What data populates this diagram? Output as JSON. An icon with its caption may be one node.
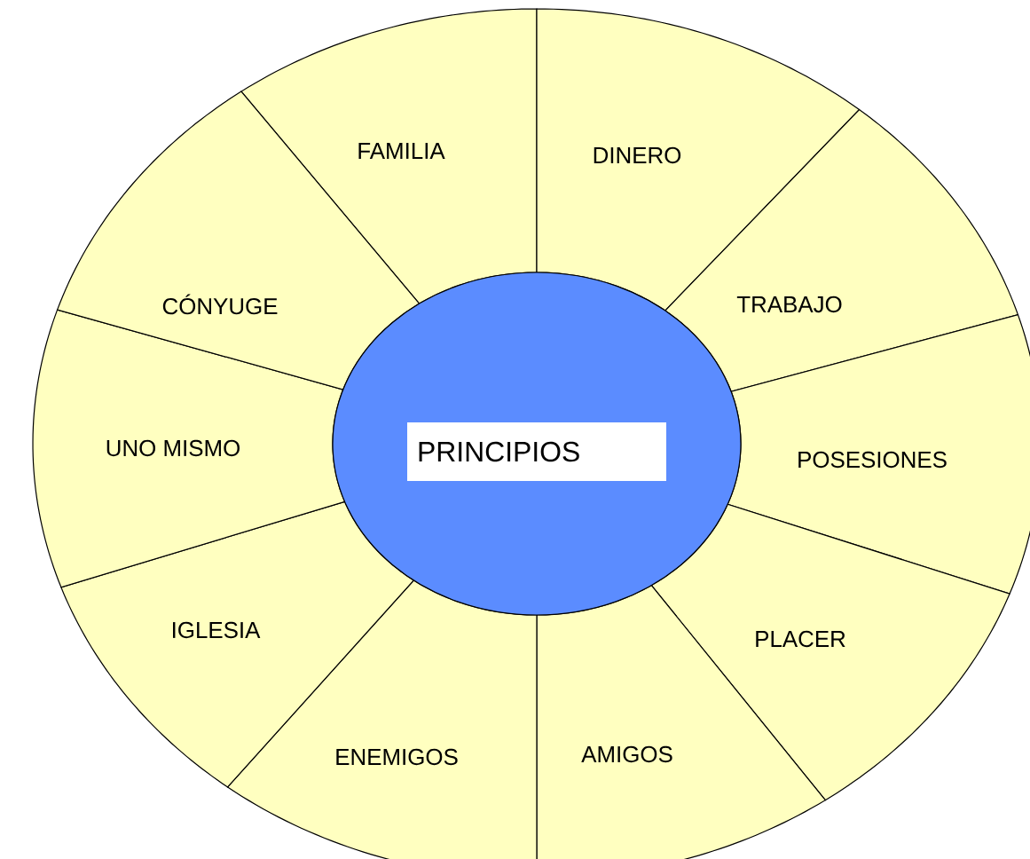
{
  "diagram": {
    "nodes": [
      {
        "text": [
          "PRINCIPIOS"
        ]
      },
      {
        "text": [
          "FAMILIA"
        ]
      },
      {
        "text": [
          "DINERO"
        ]
      },
      {
        "text": [
          "TRABAJO"
        ]
      },
      {
        "text": [
          "POSESIONES"
        ]
      },
      {
        "text": [
          "PLACER"
        ]
      },
      {
        "text": [
          "AMIGOS"
        ]
      },
      {
        "text": [
          "ENEMIGOS"
        ]
      },
      {
        "text": [
          "IGLESIA"
        ]
      },
      {
        "text": [
          "UNO MISMO"
        ]
      },
      {
        "text": [
          "CÓNYUGE"
        ]
      }
    ]
  }
}
